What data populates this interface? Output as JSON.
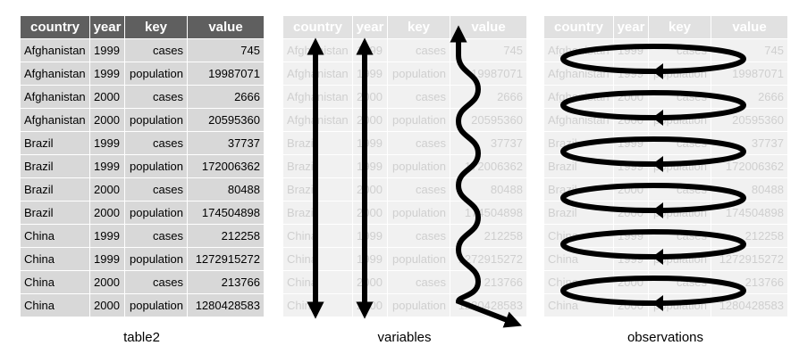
{
  "columns": [
    "country",
    "year",
    "key",
    "value"
  ],
  "rows": [
    [
      "Afghanistan",
      "1999",
      "cases",
      "745"
    ],
    [
      "Afghanistan",
      "1999",
      "population",
      "19987071"
    ],
    [
      "Afghanistan",
      "2000",
      "cases",
      "2666"
    ],
    [
      "Afghanistan",
      "2000",
      "population",
      "20595360"
    ],
    [
      "Brazil",
      "1999",
      "cases",
      "37737"
    ],
    [
      "Brazil",
      "1999",
      "population",
      "172006362"
    ],
    [
      "Brazil",
      "2000",
      "cases",
      "80488"
    ],
    [
      "Brazil",
      "2000",
      "population",
      "174504898"
    ],
    [
      "China",
      "1999",
      "cases",
      "212258"
    ],
    [
      "China",
      "1999",
      "population",
      "1272915272"
    ],
    [
      "China",
      "2000",
      "cases",
      "213766"
    ],
    [
      "China",
      "2000",
      "population",
      "1280428583"
    ]
  ],
  "panels": [
    {
      "caption": "table2",
      "faded": false
    },
    {
      "caption": "variables",
      "faded": true
    },
    {
      "caption": "observations",
      "faded": true
    }
  ],
  "colors": {
    "header": "#5f5f5f",
    "cell": "#d8d8d8",
    "arrow": "#000000"
  }
}
